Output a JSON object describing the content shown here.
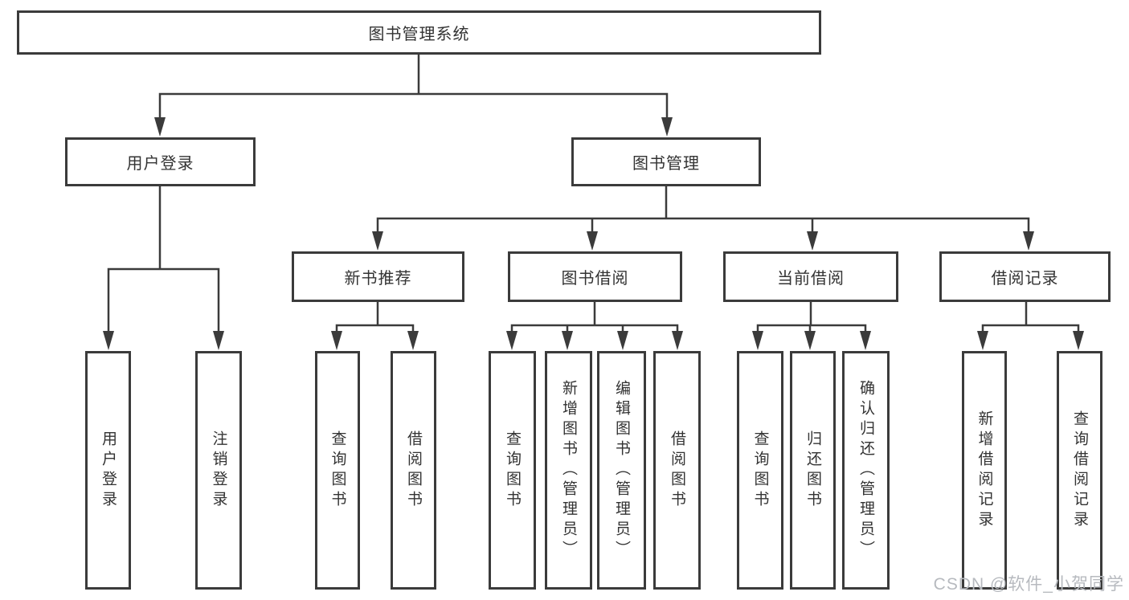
{
  "tree": {
    "label": "图书管理系统",
    "children": [
      {
        "label": "用户登录",
        "children": [
          {
            "label": "用户登录"
          },
          {
            "label": "注销登录"
          }
        ]
      },
      {
        "label": "图书管理",
        "children": [
          {
            "label": "新书推荐",
            "children": [
              {
                "label": "查询图书"
              },
              {
                "label": "借阅图书"
              }
            ]
          },
          {
            "label": "图书借阅",
            "children": [
              {
                "label": "查询图书"
              },
              {
                "label": "新增图书（管理员）"
              },
              {
                "label": "编辑图书（管理员）"
              },
              {
                "label": "借阅图书"
              }
            ]
          },
          {
            "label": "当前借阅",
            "children": [
              {
                "label": "查询图书"
              },
              {
                "label": "归还图书"
              },
              {
                "label": "确认归还（管理员）"
              }
            ]
          },
          {
            "label": "借阅记录",
            "children": [
              {
                "label": "新增借阅记录"
              },
              {
                "label": "查询借阅记录"
              }
            ]
          }
        ]
      }
    ]
  },
  "watermark": "CSDN @软件_小贺同学",
  "colors": {
    "line": "#3b3b3b",
    "box_border": "#3b3b3b",
    "text": "#333333",
    "watermark": "#b7babf",
    "background": "#ffffff"
  }
}
